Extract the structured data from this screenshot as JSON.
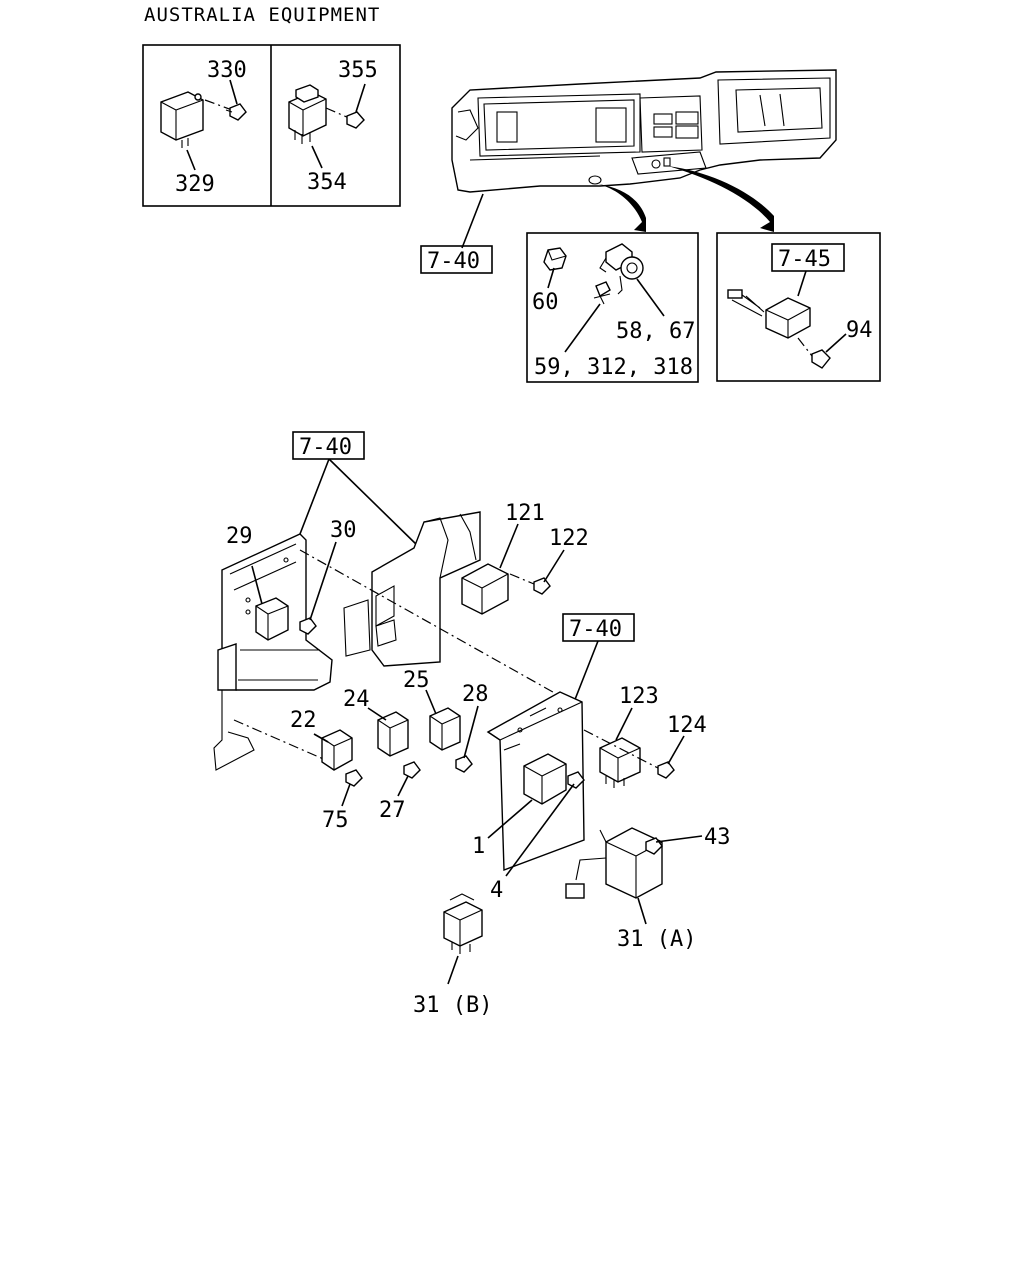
{
  "title": "AUSTRALIA EQUIPMENT",
  "labels": {
    "l330": "330",
    "l355": "355",
    "l329": "329",
    "l354": "354",
    "ref_top": "7-40",
    "l60": "60",
    "l5867": "58, 67",
    "l59": "59, 312, 318",
    "ref_745": "7-45",
    "l94": "94",
    "ref_mid": "7-40",
    "l121": "121",
    "l122": "122",
    "l29": "29",
    "l30": "30",
    "ref_right": "7-40",
    "l25": "25",
    "l28": "28",
    "l24": "24",
    "l22": "22",
    "l123": "123",
    "l124": "124",
    "l75": "75",
    "l27": "27",
    "l1": "1",
    "l43": "43",
    "l4": "4",
    "l31a": "31 (A)",
    "l31b": "31 (B)"
  }
}
